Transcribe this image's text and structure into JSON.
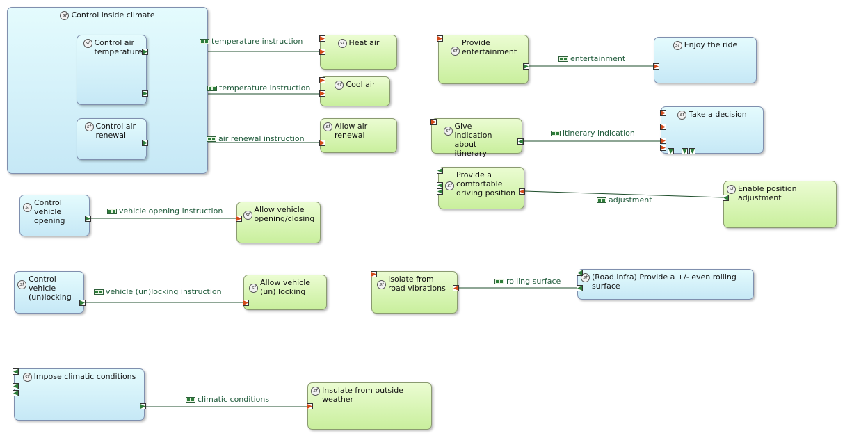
{
  "diagram": {
    "sf_badge": "sf",
    "container": {
      "label": "Control inside climate"
    },
    "functions": {
      "control_air_temperature": "Control air temperature",
      "control_air_renewal": "Control air renewal",
      "heat_air": "Heat air",
      "cool_air": "Cool air",
      "allow_air_renewal": "Allow air renewal",
      "provide_entertainment": "Provide entertainment",
      "enjoy_the_ride": "Enjoy the ride",
      "give_indication": "Give indication about itinerary",
      "take_a_decision": "Take a decision",
      "provide_comfortable": "Provide a comfortable driving position",
      "enable_position_adjustment": "Enable position adjustment",
      "control_vehicle_opening": "Control vehicle opening",
      "allow_vehicle_opening": "Allow vehicle opening/closing",
      "control_vehicle_unlocking": "Control vehicle (un)locking",
      "allow_vehicle_unlocking": "Allow vehicle (un) locking",
      "isolate_from_road": "Isolate from road vibrations",
      "road_infra": "(Road infra) Provide a +/- even rolling surface",
      "impose_climatic": "Impose climatic conditions",
      "insulate_from_weather": "Insulate from outside weather"
    },
    "exchanges": {
      "temp_instruction_1": "temperature instruction",
      "temp_instruction_2": "temperature instruction",
      "air_renewal_instruction": "air renewal instruction",
      "entertainment": "entertainment",
      "itinerary_indication": "itinerary indication",
      "adjustment": "adjustment",
      "vehicle_opening_instruction": "vehicle opening instruction",
      "vehicle_unlocking_instruction": "vehicle (un)locking instruction",
      "rolling_surface": "rolling surface",
      "climatic_conditions": "climatic conditions"
    },
    "colors": {
      "system_function": "#c6e8f6",
      "actor_function": "#c9ef9d",
      "out_port": "#2e7d3a",
      "in_port": "#d24a1a",
      "wire": "#1e4d2b"
    }
  }
}
